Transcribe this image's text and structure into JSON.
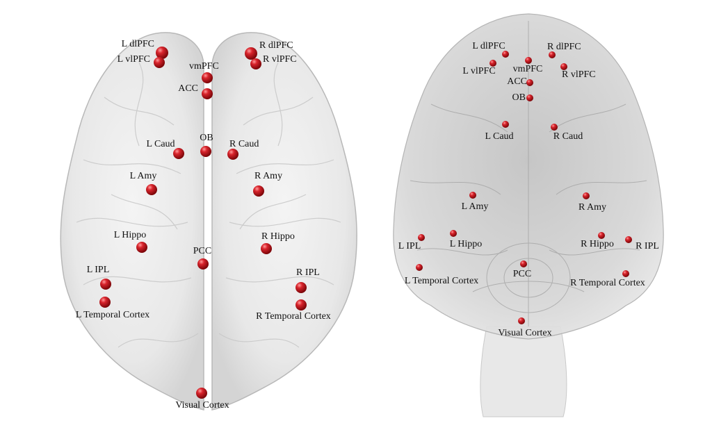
{
  "colors": {
    "node": "#c8141c",
    "node_highlight": "#ff9a9a",
    "label": "#111111"
  },
  "dorsal_view": {
    "regions": [
      "L dlPFC",
      "L vlPFC",
      "vmPFC",
      "ACC",
      "R dlPFC",
      "R vlPFC",
      "L Caud",
      "OB",
      "R Caud",
      "L Amy",
      "R Amy",
      "L Hippo",
      "R Hippo",
      "PCC",
      "L IPL",
      "R IPL",
      "L Temporal Cortex",
      "R Temporal Cortex",
      "Visual Cortex"
    ]
  },
  "ventral_view": {
    "regions": [
      "L dlPFC",
      "R dlPFC",
      "L vlPFC",
      "vmPFC",
      "R vlPFC",
      "ACC",
      "OB",
      "L Caud",
      "R Caud",
      "L Amy",
      "R Amy",
      "L IPL",
      "L Hippo",
      "R Hippo",
      "R IPL",
      "L Temporal Cortex",
      "PCC",
      "R Temporal Cortex",
      "Visual Cortex"
    ]
  }
}
